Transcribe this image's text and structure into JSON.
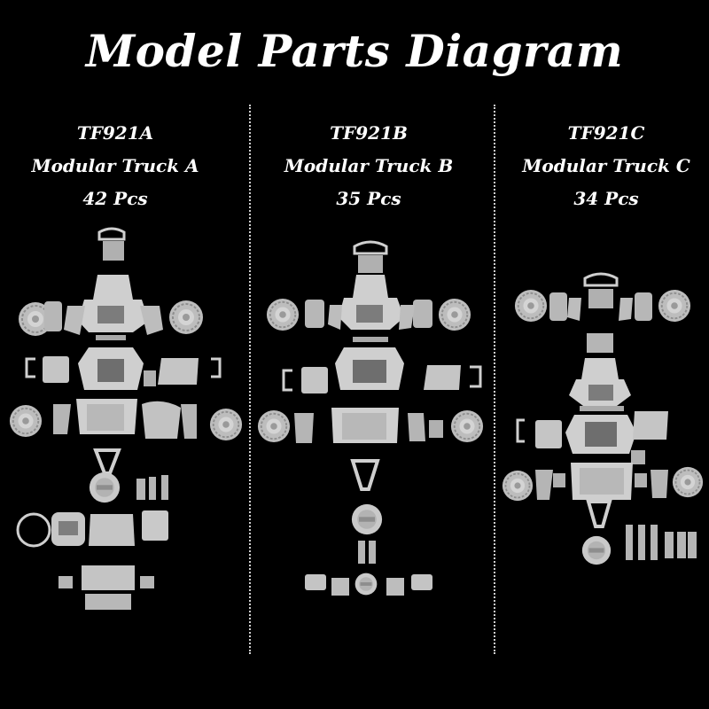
{
  "title": "Model Parts Diagram",
  "colors": {
    "background": "#000000",
    "text": "#ffffff",
    "part": "#cfcfcf",
    "part_shadow": "#8e8e8e",
    "divider": "#cfcfcf"
  },
  "kits": [
    {
      "code": "TF921A",
      "name": "Modular Truck A",
      "count": "42 Pcs"
    },
    {
      "code": "TF921B",
      "name": "Modular Truck B",
      "count": "35 Pcs"
    },
    {
      "code": "TF921C",
      "name": "Modular Truck C",
      "count": "34 Pcs"
    }
  ]
}
